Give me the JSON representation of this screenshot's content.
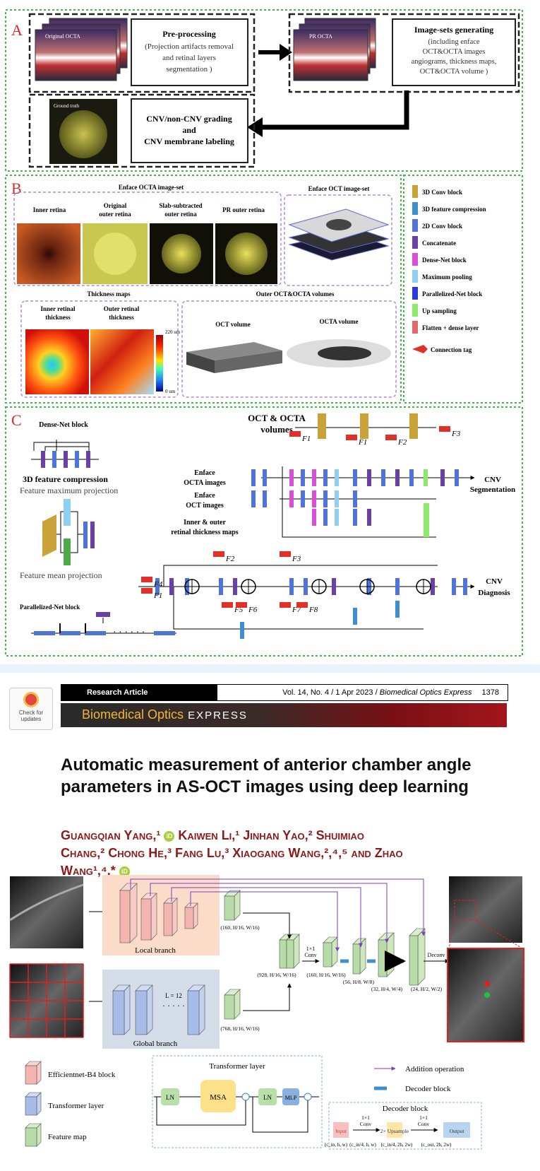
{
  "figure1": {
    "panel_a": {
      "letter": "A",
      "original_octa": "Original OCTA",
      "preprocessing": [
        "Pre-processing",
        "(Projection artifacts removal",
        "and retinal layers",
        "segmentation )"
      ],
      "pr_octa": "PR OCTA",
      "imagesets": [
        "Image-sets generating",
        "(including enface",
        "OCT&OCTA images",
        "angiograms, thickness maps,",
        "OCT&OCTA volume )"
      ],
      "ground_truth": "Ground truth",
      "grading": [
        "CNV/non-CNV grading",
        "and",
        "CNV membrane labeling"
      ]
    },
    "panel_b": {
      "letter": "B",
      "enface_octa_set": "Enface OCTA image-set",
      "enface_oct_set": "Enface OCT image-set",
      "col_labels": [
        [
          "Inner retina"
        ],
        [
          "Original",
          "outer retina"
        ],
        [
          "Slab-subtracted",
          "outer retina"
        ],
        [
          "PR outer retina"
        ]
      ],
      "thickness_maps": "Thickness maps",
      "outer_volumes": "Outer OCT&OCTA volumes",
      "inner_thickness": [
        "Inner retinal",
        "thickness"
      ],
      "outer_thickness": [
        "Outer retinal",
        "thickness"
      ],
      "scale_top": "220 um",
      "scale_bottom": "0 um",
      "oct_volume": "OCT volume",
      "octa_volume": "OCTA volume",
      "legend": [
        {
          "label": "3D Conv block",
          "color": "#c9a23a"
        },
        {
          "label": "3D feature compression",
          "color": "#3f8fcf"
        },
        {
          "label": "2D Conv block",
          "color": "#4f73d6"
        },
        {
          "label": "Concatenate",
          "color": "#6a3fa6"
        },
        {
          "label": "Dense-Net block",
          "color": "#d84fd8"
        },
        {
          "label": "Maximum pooling",
          "color": "#8fd0f0"
        },
        {
          "label": "Parallelized-Net block",
          "color": "#2a3ad6"
        },
        {
          "label": "Up sampling",
          "color": "#8ee86a"
        },
        {
          "label": "Flatten + dense layer",
          "color": "#e06a6a"
        },
        {
          "label": "Connection tag",
          "color": "#e0302a"
        }
      ]
    },
    "panel_c": {
      "letter": "C",
      "densenet_block": "Dense-Net block",
      "feature_compression": "3D feature compression",
      "feature_max": "Feature maximum projection",
      "feature_mean": "Feature mean projection",
      "parallelized": "Parallelized-Net block",
      "volumes_label": [
        "OCT & OCTA",
        "volumes"
      ],
      "enface_octa": [
        "Enface",
        "OCTA images"
      ],
      "enface_oct": [
        "Enface",
        "OCT images"
      ],
      "thickness_input": [
        "Inner & outer",
        "retinal thickness maps"
      ],
      "cnv_segmentation": [
        "CNV",
        "Segmentation"
      ],
      "cnv_diagnosis": [
        "CNV",
        "Diagnosis"
      ],
      "tags": [
        "F1",
        "F2",
        "F3",
        "F4",
        "F5",
        "F6",
        "F7",
        "F8"
      ],
      "dots": "· · · · · ·"
    }
  },
  "article": {
    "check_updates": [
      "Check for",
      "updates"
    ],
    "type": "Research Article",
    "citation_plain": "Vol. 14, No. 4 / 1 Apr 2023 / ",
    "citation_journal": "Biomedical Optics Express",
    "page": "1378",
    "journal_name": "Biomedical Optics",
    "journal_express": "EXPRESS",
    "title": "Automatic measurement of anterior chamber angle parameters in AS-OCT images using deep learning",
    "authors_line1": "Guangqian Yang,¹",
    "authors_line1b": " Kaiwen Li,¹ Jinhan Yao,² Shuimiao",
    "authors_line2": "Chang,² Chong He,³ Fang Lu,³ Xiaogang Wang,²,⁴,⁵ and Zhao",
    "authors_line3": "Wang¹,⁴,*",
    "orcid": "iD"
  },
  "figure2": {
    "local_branch": "Local branch",
    "global_branch": "Global branch",
    "l12": "L = 12",
    "dots": "· · · · ·",
    "dims": [
      "(160, H/16, W/16)",
      "(768, H/16, W/16)",
      "(928, H/16, W/16)",
      "(160, H/16, W/16)",
      "(56, H/8, W/8)",
      "(32, H/4, W/4)",
      "(24, H/2, W/2)"
    ],
    "conv1x1": [
      "1×1",
      "Conv"
    ],
    "deconv": "Deconv",
    "legend": [
      "Efficientnet-B4 block",
      "Transformer layer",
      "Feature map"
    ],
    "transformer_layer": "Transformer layer",
    "ln": "LN",
    "msa": "MSA",
    "mlp": "MLP",
    "addition": "Addition operation",
    "decoder_block_legend": "Decoder block",
    "decoder_title": "Decoder block",
    "dec_steps": [
      "Input",
      "1×1 Conv",
      "2× Upsample",
      "1×1 Conv",
      "Output"
    ],
    "dec_dims": [
      "(c_in, h, w)",
      "(c_in/4, h, w)",
      "(c_in/4, 2h, 2w)",
      "(c_out, 2h, 2w)"
    ]
  }
}
